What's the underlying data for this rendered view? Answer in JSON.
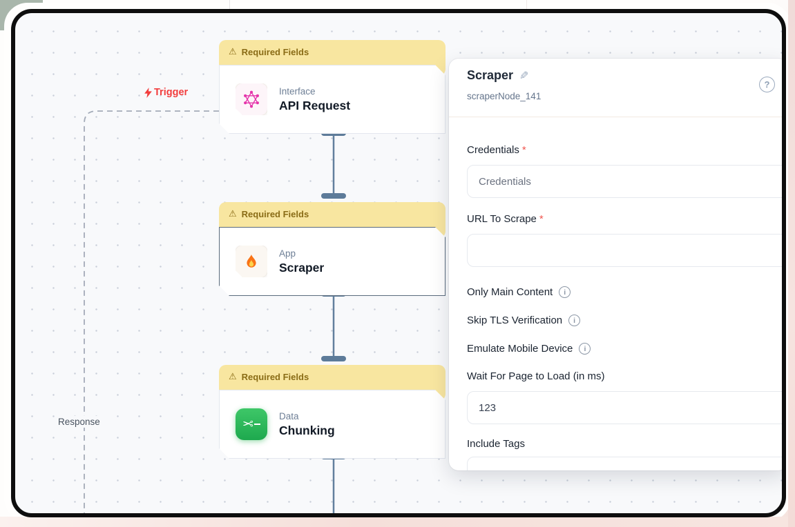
{
  "canvas": {
    "trigger_label": "Trigger",
    "response_label": "Response",
    "nodes": [
      {
        "warning": "Required Fields",
        "category": "Interface",
        "title": "API Request",
        "icon": "graphql-icon",
        "selected": false
      },
      {
        "warning": "Required Fields",
        "category": "App",
        "title": "Scraper",
        "icon": "fire-icon",
        "selected": true
      },
      {
        "warning": "Required Fields",
        "category": "Data",
        "title": "Chunking",
        "icon": "scissors-icon",
        "selected": false
      }
    ]
  },
  "panel": {
    "title": "Scraper",
    "subtitle": "scraperNode_141",
    "required_marker": "*",
    "fields": {
      "credentials_label": "Credentials",
      "credentials_value": "Credentials",
      "url_label": "URL To Scrape",
      "url_value": "",
      "toggles": [
        "Only Main Content",
        "Skip TLS Verification",
        "Emulate Mobile Device"
      ],
      "wait_label": "Wait For Page to Load (in ms)",
      "wait_value": "123",
      "include_tags_label": "Include Tags"
    }
  },
  "icons": {
    "warning": "⚠",
    "edit": "✎",
    "help": "?",
    "info": "i",
    "scissors": "✂"
  },
  "colors": {
    "banner_bg": "#f8e6a0",
    "banner_text": "#8a6c16",
    "trigger_red": "#f23d3d",
    "graphql_pink": "#e535ab",
    "chunking_green": "#22b14c",
    "connector_slate": "#5f7d9c",
    "required_red": "#ef4444",
    "canvas_bg": "#f8f9fb",
    "frame_black": "#0e0e0e"
  }
}
